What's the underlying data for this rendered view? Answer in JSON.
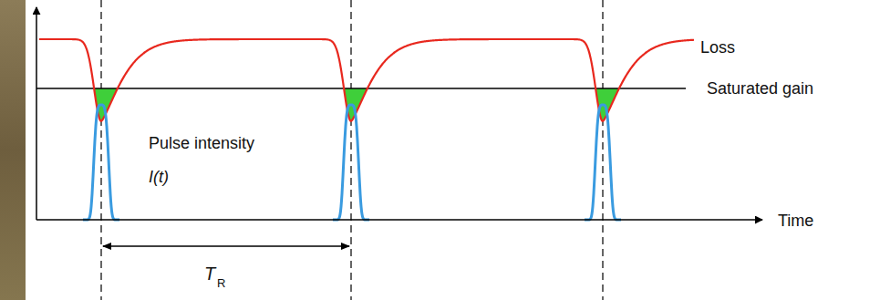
{
  "diagram": {
    "labels": [
      "Loss",
      "Saturated gain",
      "Pulse intensity",
      "I(t)",
      "Time",
      "T",
      "R"
    ]
  }
}
